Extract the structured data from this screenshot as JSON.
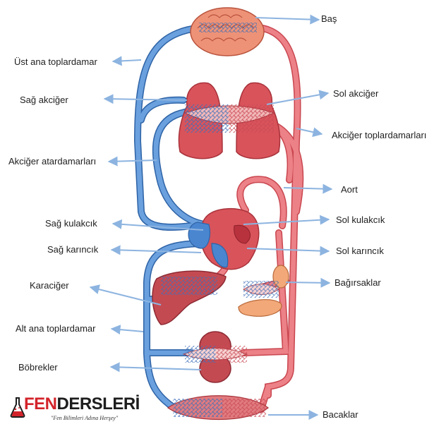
{
  "labels": {
    "bas": "Baş",
    "ust_ana_toplardamar": "Üst ana toplardamar",
    "sag_akciger": "Sağ akciğer",
    "sol_akciger": "Sol akciğer",
    "akciger_toplardamarlari": "Akciğer toplardamarları",
    "akciger_atardamarlari": "Akciğer atardamarları",
    "aort": "Aort",
    "sag_kulakcik": "Sağ kulakcık",
    "sol_kulakcik": "Sol kulakcık",
    "sag_karincik": "Sağ karıncık",
    "sol_karincik": "Sol karıncık",
    "karaciger": "Karaciğer",
    "bagirsaklar": "Bağırsaklar",
    "alt_ana_toplardamar": "Alt ana toplardamar",
    "bobrekler": "Böbrekler",
    "bacaklar": "Bacaklar"
  },
  "logo": {
    "fen": "FEN",
    "dersleri": "DERSLERİ",
    "tagline": "\"Fen Bilimleri Adına Herşey\""
  },
  "colors": {
    "artery": "#e8757b",
    "artery_stroke": "#c9464f",
    "vein": "#5b92d4",
    "vein_stroke": "#2e63a6",
    "arrow": "#8db4e0",
    "organ": "#d9535b",
    "brain": "#ee9277",
    "text": "#1e1e1e"
  }
}
